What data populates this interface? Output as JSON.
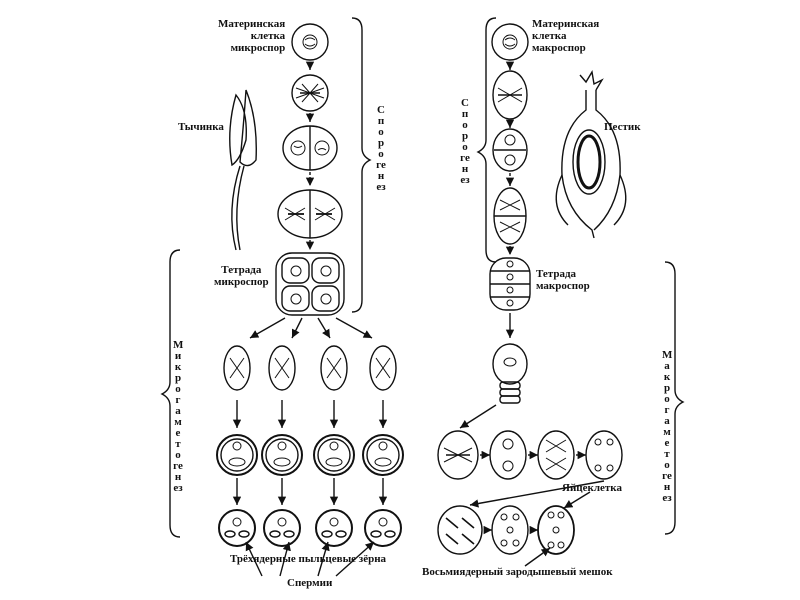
{
  "labels": {
    "micro_mother_cell": "Материнская\nклетка\nмикроспор",
    "macro_mother_cell": "Материнская\nклетка\nмакроспор",
    "stamen": "Тычинка",
    "pistil": "Пестик",
    "micro_tetrad": "Тетрада\nмикроспор",
    "macro_tetrad": "Тетрада\nмакроспор",
    "egg_cell": "Яйцеклетка",
    "pollen": "Трёхядерные пыльцевые зёрна",
    "sperm": "Спермии",
    "embryo_sac": "Восьмиядерный зародышевый мешок"
  },
  "vertical_labels": {
    "sporogenesis_left": "Спорогенез",
    "sporogenesis_right": "Спорогенез",
    "microgametogenesis": "Микрогаметогенез",
    "macrogametogenesis": "Макрогаметогенез"
  },
  "colors": {
    "ink": "#111111",
    "paper": "#ffffff"
  }
}
